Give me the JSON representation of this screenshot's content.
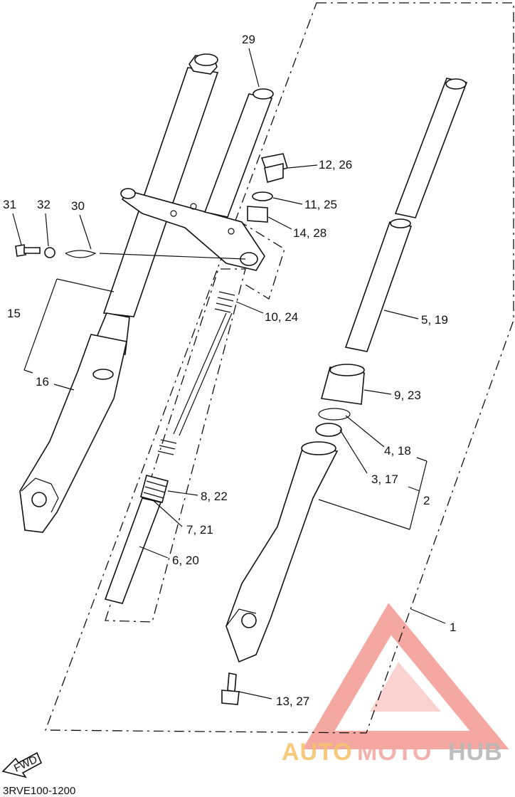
{
  "diagram": {
    "code": "3RVE100-1200",
    "fwd_label": "FWD",
    "callouts": {
      "c29": "29",
      "c31": "31",
      "c32": "32",
      "c30": "30",
      "c12_26": "12, 26",
      "c11_25": "11, 25",
      "c14_28": "14, 28",
      "c15": "15",
      "c16": "16",
      "c10_24": "10, 24",
      "c5_19": "5, 19",
      "c9_23": "9, 23",
      "c4_18": "4, 18",
      "c3_17": "3, 17",
      "c2": "2",
      "c8_22": "8, 22",
      "c7_21": "7, 21",
      "c6_20": "6, 20",
      "c1": "1",
      "c13_27": "13, 27"
    }
  },
  "watermark": {
    "part1": "AUTO",
    "part2": "MOTO",
    "part3": "HUB",
    "colors": {
      "logo": "#f28b82",
      "auto": "#f6c36b",
      "moto": "#f3a9a3",
      "hub": "#b8b8b8"
    }
  }
}
